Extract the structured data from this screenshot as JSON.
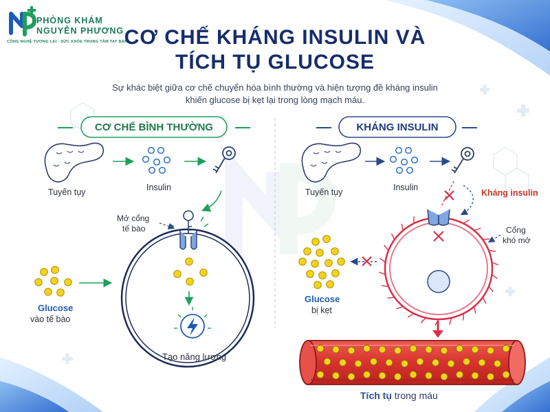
{
  "brand": {
    "line1": "PHÒNG KHÁM",
    "line2": "NGUYỄN PHƯƠNG",
    "slogan": "CÔNG NGHỆ TƯƠNG LAI - SỨC KHỎE TRONG TẦM TAY BẠN"
  },
  "header": {
    "title_line1": "CƠ CHẾ KHÁNG INSULIN VÀ",
    "title_line2": "TÍCH TỤ GLUCOSE",
    "subtitle_line1": "Sự khác biệt giữa cơ chế chuyển hóa bình thường và hiện tượng đề kháng insulin",
    "subtitle_line2": "khiến glucose bị kẹt lại trong lòng mạch máu."
  },
  "normal": {
    "section_title": "CƠ CHẾ BÌNH THƯỜNG",
    "pancreas_label": "Tuyến tụy",
    "insulin_label": "Insulin",
    "gate_label_line1": "Mở cổng",
    "gate_label_line2": "tế bào",
    "glucose_label": "Glucose",
    "glucose_sub": "vào tế bào",
    "energy_label": "Tạo năng lượng"
  },
  "resistance": {
    "section_title": "KHÁNG INSULIN",
    "pancreas_label": "Tuyến tụy",
    "insulin_label": "Insulin",
    "resist_label": "Kháng insulin",
    "gate_label_line1": "Cổng",
    "gate_label_line2": "khó mở",
    "glucose_label": "Glucose",
    "glucose_sub": "bị kẹt",
    "accum_label_bold": "Tích tụ",
    "accum_label_rest": " trong máu"
  },
  "colors": {
    "navy": "#152d6b",
    "green": "#1f9e5e",
    "blue": "#1e5bb5",
    "red": "#d9304a",
    "glucose_yellow": "#f5d21f",
    "vessel_red": "#e0443d"
  }
}
